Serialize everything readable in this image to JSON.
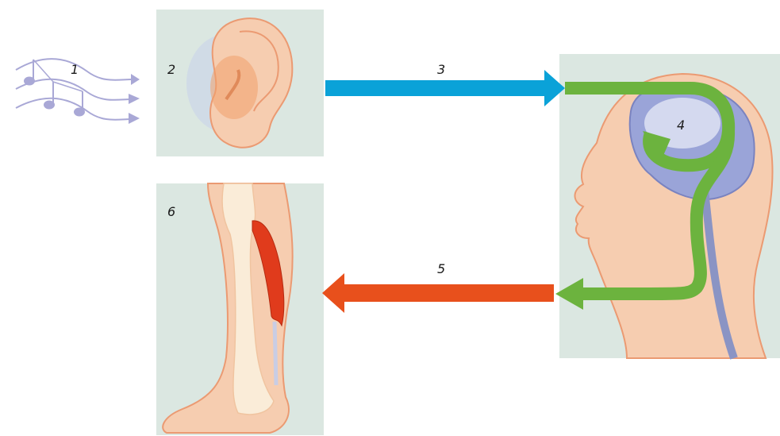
{
  "steps": [
    {
      "label": "1",
      "name": "sound"
    },
    {
      "label": "2",
      "name": "ear"
    },
    {
      "label": "3",
      "name": "nerve-to-brain"
    },
    {
      "label": "4",
      "name": "brain"
    },
    {
      "label": "5",
      "name": "nerve-to-muscle"
    },
    {
      "label": "6",
      "name": "muscle"
    }
  ],
  "colors": {
    "panel_bg": "#dbe7e1",
    "skin": "#f6cdb0",
    "skin_outline": "#eb9a72",
    "ear_inner": "#f0a06c",
    "brain": "#9aa4d8",
    "brain_core": "#d4d9ef",
    "spinal_cord": "#8a94c4",
    "bone": "#faecd8",
    "muscle": "#e03b1c",
    "music_notes": "#a9a8d6",
    "afferent_arrow": "#0aa2d8",
    "processing_arrow": "#6cb33e",
    "efferent_arrow": "#e8501c"
  },
  "icons": [
    "music-notes-icon",
    "ear-icon",
    "head-brain-icon",
    "leg-muscle-icon"
  ]
}
